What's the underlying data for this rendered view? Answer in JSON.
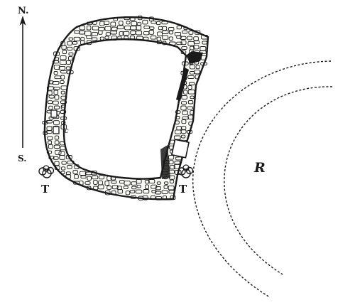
{
  "labels": {
    "north": "N.",
    "south": "S.",
    "cell_upper": "c",
    "cell_lower": "c",
    "tree_left": "T",
    "tree_right": "T",
    "ring": "R"
  },
  "colors": {
    "ink": "#1a1a1a",
    "paper": "#ffffff"
  }
}
